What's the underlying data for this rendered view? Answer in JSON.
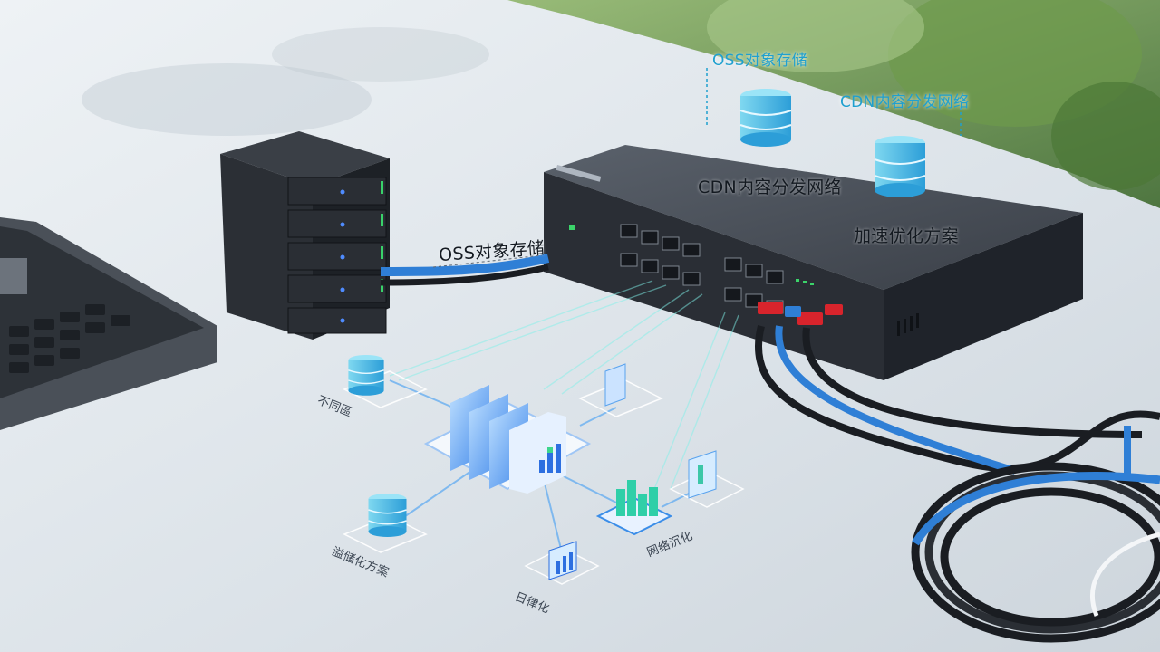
{
  "scene": {
    "labels": {
      "oss_top": "OSS对象存储",
      "cdn_top": "CDN内容分发网络",
      "cdn_switch": "CDN内容分发网络",
      "accel_switch": "加速优化方案",
      "oss_cable": "OSS对象存储",
      "iso_left": "不同區",
      "iso_bottom_left": "溢储化方案",
      "iso_bottom": "日律化",
      "iso_right": "网络沉化"
    },
    "colors": {
      "accent_cyan": "#1fa0cf",
      "switch_body": "#3a3f47",
      "cable_blue": "#2f7fd6",
      "connector_red": "#d8242c",
      "foliage_green": "#4f7a3a"
    },
    "icons": [
      "server-tower",
      "network-switch",
      "keyboard",
      "database-icon",
      "building-icon",
      "chart-icon",
      "cable-coil"
    ]
  }
}
